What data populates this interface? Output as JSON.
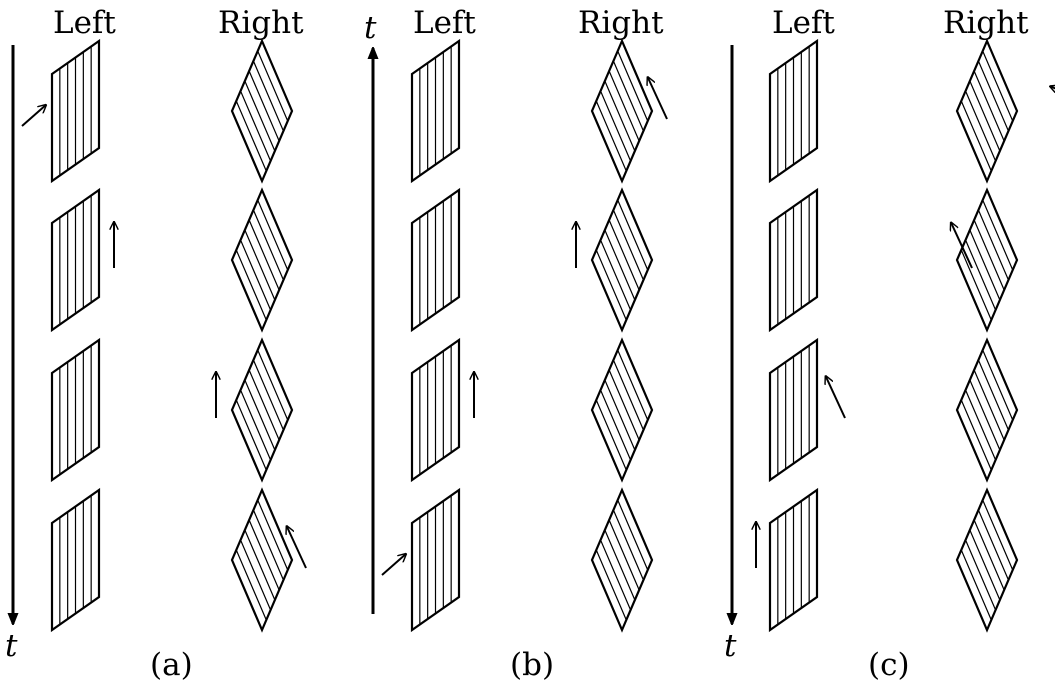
{
  "panels": [
    {
      "caption": "(a)",
      "left_label": "Left",
      "right_label": "Right",
      "time_label": "t",
      "time_direction": "down",
      "marks": [
        {
          "row": 0,
          "side": "left",
          "direction": "up-right"
        },
        {
          "row": 1,
          "side": "left",
          "direction": "up"
        },
        {
          "row": 2,
          "side": "right",
          "direction": "up"
        },
        {
          "row": 3,
          "side": "right",
          "direction": "up-left"
        }
      ]
    },
    {
      "caption": "(b)",
      "left_label": "Left",
      "right_label": "Right",
      "time_label": "t",
      "time_direction": "up",
      "marks": [
        {
          "row": 0,
          "side": "right",
          "direction": "up-left"
        },
        {
          "row": 1,
          "side": "right",
          "direction": "up"
        },
        {
          "row": 2,
          "side": "left",
          "direction": "up"
        },
        {
          "row": 3,
          "side": "left",
          "direction": "up-right"
        }
      ]
    },
    {
      "caption": "(c)",
      "left_label": "Left",
      "right_label": "Right",
      "time_label": "t",
      "time_direction": "down",
      "marks": [
        {
          "row": 0,
          "side": "right",
          "direction": "left"
        },
        {
          "row": 1,
          "side": "right",
          "direction": "up-left"
        },
        {
          "row": 2,
          "side": "left",
          "direction": "up-left"
        },
        {
          "row": 3,
          "side": "left",
          "direction": "up"
        }
      ]
    }
  ]
}
